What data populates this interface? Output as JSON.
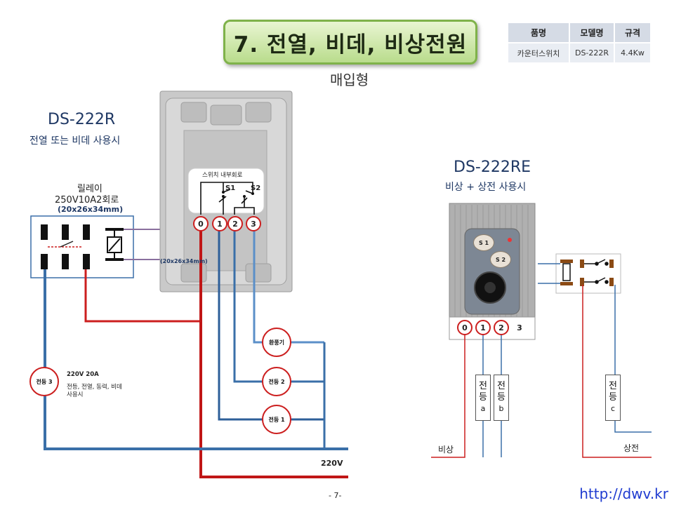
{
  "title": "7. 전열, 비데, 비상전원",
  "subtitle": "매입형",
  "spec_table": {
    "headers": [
      "품명",
      "모델명",
      "규격"
    ],
    "row": [
      "카운터스위치",
      "DS-222R",
      "4.4Kw"
    ]
  },
  "left_panel": {
    "model": "DS-222R",
    "usage": "전열 또는 비데 사용시",
    "relay_label": "릴레이",
    "relay_rating": "250V10A2회로",
    "relay_size": "(20x26x34mm)",
    "relay_size_overlay": "(20x26x34mm)",
    "switch_inner_label": "스위치 내부회로",
    "switch_s1": "S1",
    "switch_s2": "S2",
    "terminals": [
      "0",
      "1",
      "2",
      "3"
    ],
    "loads": [
      "환풍기",
      "전등 2",
      "전등 1"
    ],
    "left_load": "전등 3",
    "note_rating": "220V  20A",
    "note_usage_line1": "전등, 전열, 동력, 비데",
    "note_usage_line2": "사용시",
    "supply_label": "220V"
  },
  "right_panel": {
    "model": "DS-222RE",
    "usage": "비상 + 상전 사용시",
    "btn_s1": "S 1",
    "btn_s2": "S 2",
    "terminals": [
      "0",
      "1",
      "2",
      "3"
    ],
    "lamp_a": [
      "전",
      "등",
      "a"
    ],
    "lamp_b": [
      "전",
      "등",
      "b"
    ],
    "lamp_c": [
      "전",
      "등",
      "c"
    ],
    "emergency_label": "비상",
    "mains_label": "상전"
  },
  "footer": {
    "page": "- 7-",
    "url": "http://dwv.kr"
  },
  "colors": {
    "red_wire": "#cc1f1f",
    "blue_wire": "#3a6fa8",
    "title_green": "#b9dc8c"
  }
}
